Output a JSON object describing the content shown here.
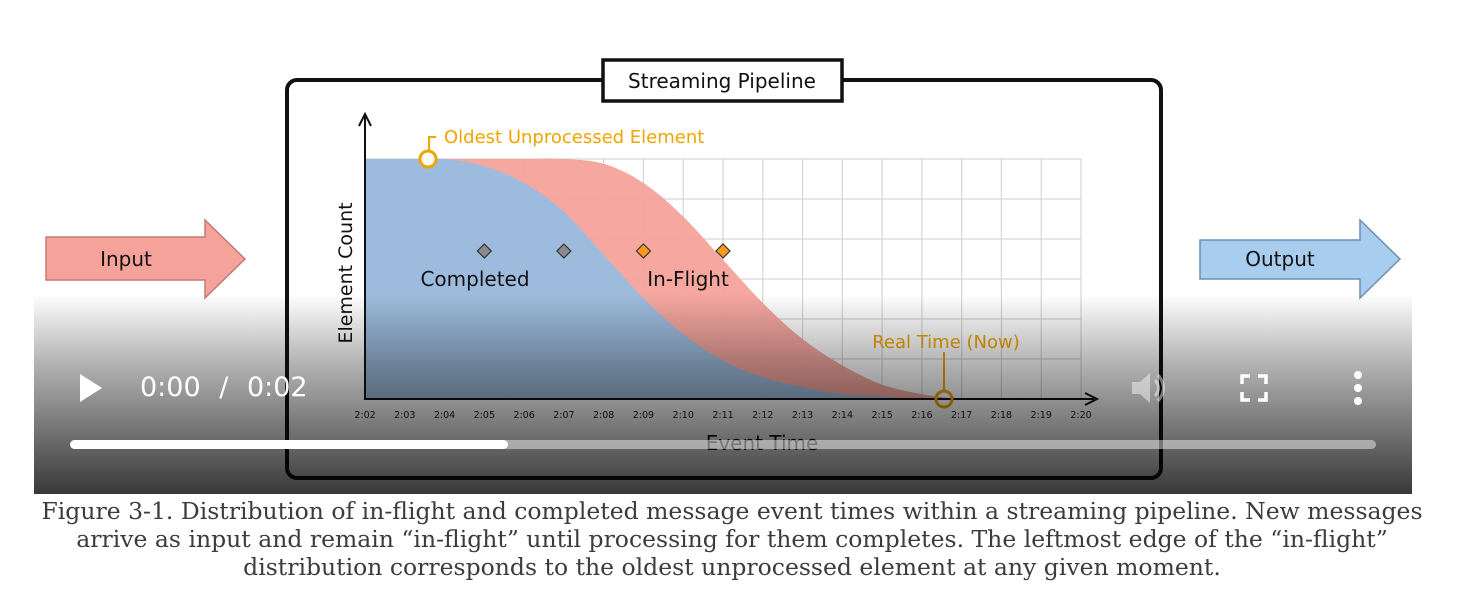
{
  "figure": {
    "box_title": "Streaming Pipeline",
    "input_label": "Input",
    "output_label": "Output",
    "y_axis_label": "Element Count",
    "x_axis_label": "Event Time",
    "oldest_label": "Oldest Unprocessed Element",
    "now_label": "Real Time (Now)",
    "completed_label": "Completed",
    "inflight_label": "In-Flight",
    "colors": {
      "completed_fill": "#9dbcdd",
      "inflight_fill": "#f4a29b",
      "input_arrow": "#f5a29b",
      "output_arrow": "#a8cdef",
      "marker_orange": "#f0a500",
      "inflight_diamond": "#ff9a1f",
      "completed_diamond": "#8a8a8a"
    }
  },
  "chart_data": {
    "type": "area",
    "x_label": "Event Time",
    "y_label": "Element Count",
    "categories": [
      "2:02",
      "2:03",
      "2:04",
      "2:05",
      "2:06",
      "2:07",
      "2:08",
      "2:09",
      "2:10",
      "2:11",
      "2:12",
      "2:13",
      "2:14",
      "2:15",
      "2:16",
      "2:17",
      "2:18",
      "2:19",
      "2:20"
    ],
    "series": [
      {
        "name": "Completed",
        "values": [
          1.0,
          1.0,
          1.0,
          0.97,
          0.9,
          0.78,
          0.6,
          0.42,
          0.27,
          0.16,
          0.09,
          0.05,
          0.02,
          0.01,
          0,
          0,
          0,
          0,
          0
        ]
      },
      {
        "name": "In-Flight",
        "values": [
          1.0,
          1.0,
          1.0,
          1.0,
          1.0,
          1.0,
          0.98,
          0.9,
          0.76,
          0.58,
          0.4,
          0.25,
          0.14,
          0.06,
          0.02,
          0,
          0,
          0,
          0
        ]
      }
    ],
    "markers": {
      "completed": [
        "2:05",
        "2:07"
      ],
      "in_flight": [
        "2:09",
        "2:11"
      ],
      "oldest_unprocessed": 2.03,
      "now": 2.165
    },
    "grid": true
  },
  "player": {
    "current_time": "0:00",
    "separator": "/",
    "duration": "0:02",
    "progress": 0.335,
    "icons": {
      "play": "play-icon",
      "mute": "volume-icon",
      "fullscreen": "fullscreen-icon",
      "more": "more-vertical-icon"
    }
  },
  "caption": "Figure 3-1. Distribution of in-flight and completed message event times within a streaming pipeline. New messages arrive as input and remain “in-flight” until processing for them completes. The leftmost edge of the “in-flight” distribution corresponds to the oldest unprocessed element at any given moment."
}
